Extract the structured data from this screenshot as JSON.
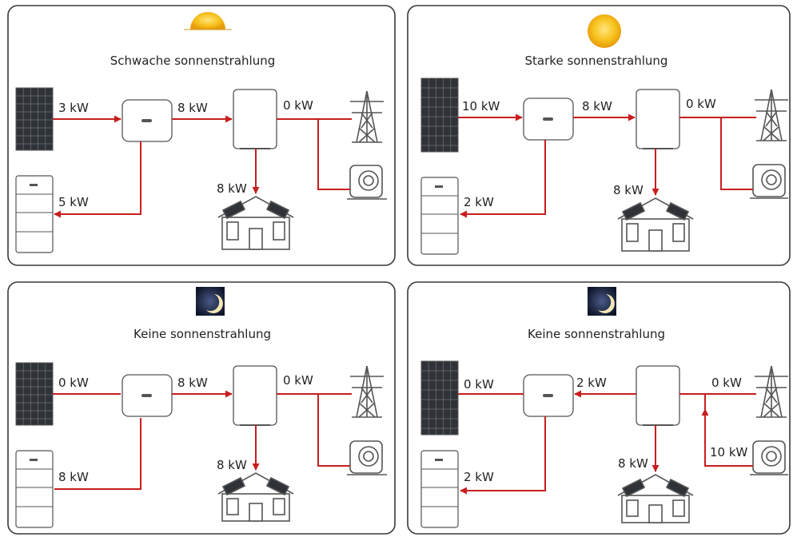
{
  "colors": {
    "flow": "#c81e1e",
    "frame": "#3a3a3a",
    "device_stroke": "#555555",
    "panel_fill": "#2f3338",
    "sun": "#f5b91a",
    "moon_bg": "#1b2a4a"
  },
  "panels": [
    {
      "title": "Schwache sonnenstrahlung",
      "weather_icon": "sun-half-icon",
      "flows": {
        "pv": "3 kW",
        "inverter_to_meter": "8 kW",
        "grid": "0 kW",
        "house": "8 kW",
        "battery": "5 kW"
      }
    },
    {
      "title": "Starke sonnenstrahlung",
      "weather_icon": "sun-full-icon",
      "flows": {
        "pv": "10 kW",
        "inverter_to_meter": "8 kW",
        "grid": "0 kW",
        "house": "8 kW",
        "battery": "2 kW"
      }
    },
    {
      "title": "Keine sonnenstrahlung",
      "weather_icon": "moon-icon",
      "flows": {
        "pv": "0 kW",
        "inverter_to_meter": "8 kW",
        "grid": "0 kW",
        "house": "8 kW",
        "battery": "8 kW"
      }
    },
    {
      "title": "Keine sonnenstrahlung",
      "weather_icon": "moon-icon",
      "flows": {
        "pv": "0 kW",
        "inverter_to_meter": "2 kW",
        "grid": "0 kW",
        "house": "8 kW",
        "battery": "2 kW",
        "generator": "10 kW"
      }
    }
  ]
}
